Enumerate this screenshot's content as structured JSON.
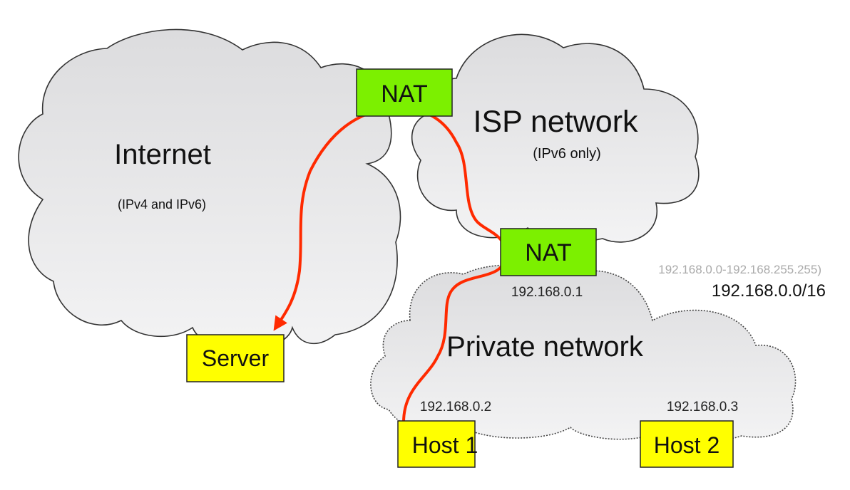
{
  "clouds": {
    "internet": {
      "title": "Internet",
      "subtitle": "(IPv4 and IPv6)"
    },
    "isp": {
      "title": "ISP network",
      "subtitle": "(IPv6 only)"
    },
    "private": {
      "title": "Private network"
    }
  },
  "nodes": {
    "nat_top": {
      "label": "NAT",
      "color": "#7cf000"
    },
    "nat_bottom": {
      "label": "NAT",
      "color": "#7cf000",
      "ip": "192.168.0.1"
    },
    "server": {
      "label": "Server",
      "color": "#ffff00"
    },
    "host1": {
      "label": "Host 1",
      "color": "#ffff00",
      "ip": "192.168.0.2"
    },
    "host2": {
      "label": "Host 2",
      "color": "#ffff00",
      "ip": "192.168.0.3"
    }
  },
  "subnet": {
    "range": "192.168.0.0-192.168.255.255)",
    "cidr": "192.168.0.0/16"
  },
  "path": {
    "color": "#ff2a00",
    "description": "Host 1 → NAT → ISP network → NAT → Server"
  }
}
